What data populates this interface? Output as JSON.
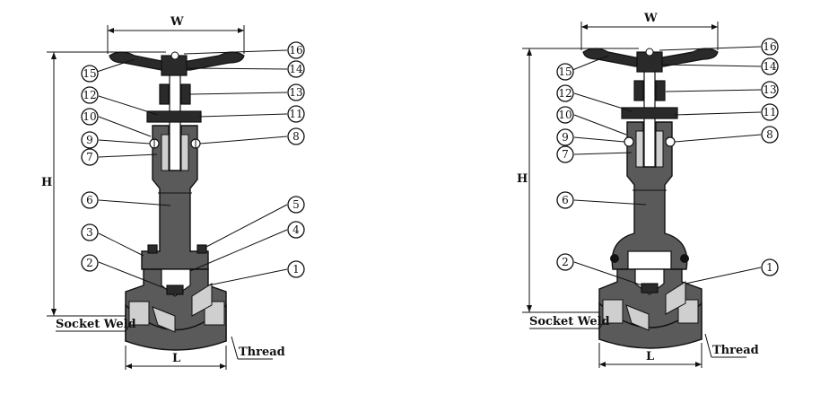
{
  "dimension_labels": {
    "width": "W",
    "height": "H",
    "length": "L"
  },
  "end_labels": {
    "socket_weld": "Socket Weld",
    "thread": "Thread"
  },
  "left_diagram": {
    "callouts": [
      "16",
      "15",
      "14",
      "13",
      "12",
      "11",
      "10",
      "9",
      "8",
      "7",
      "6",
      "5",
      "4",
      "3",
      "2",
      "1"
    ]
  },
  "right_diagram": {
    "callouts": [
      "16",
      "15",
      "14",
      "13",
      "12",
      "11",
      "10",
      "9",
      "8",
      "7",
      "6",
      "2",
      "1"
    ]
  }
}
